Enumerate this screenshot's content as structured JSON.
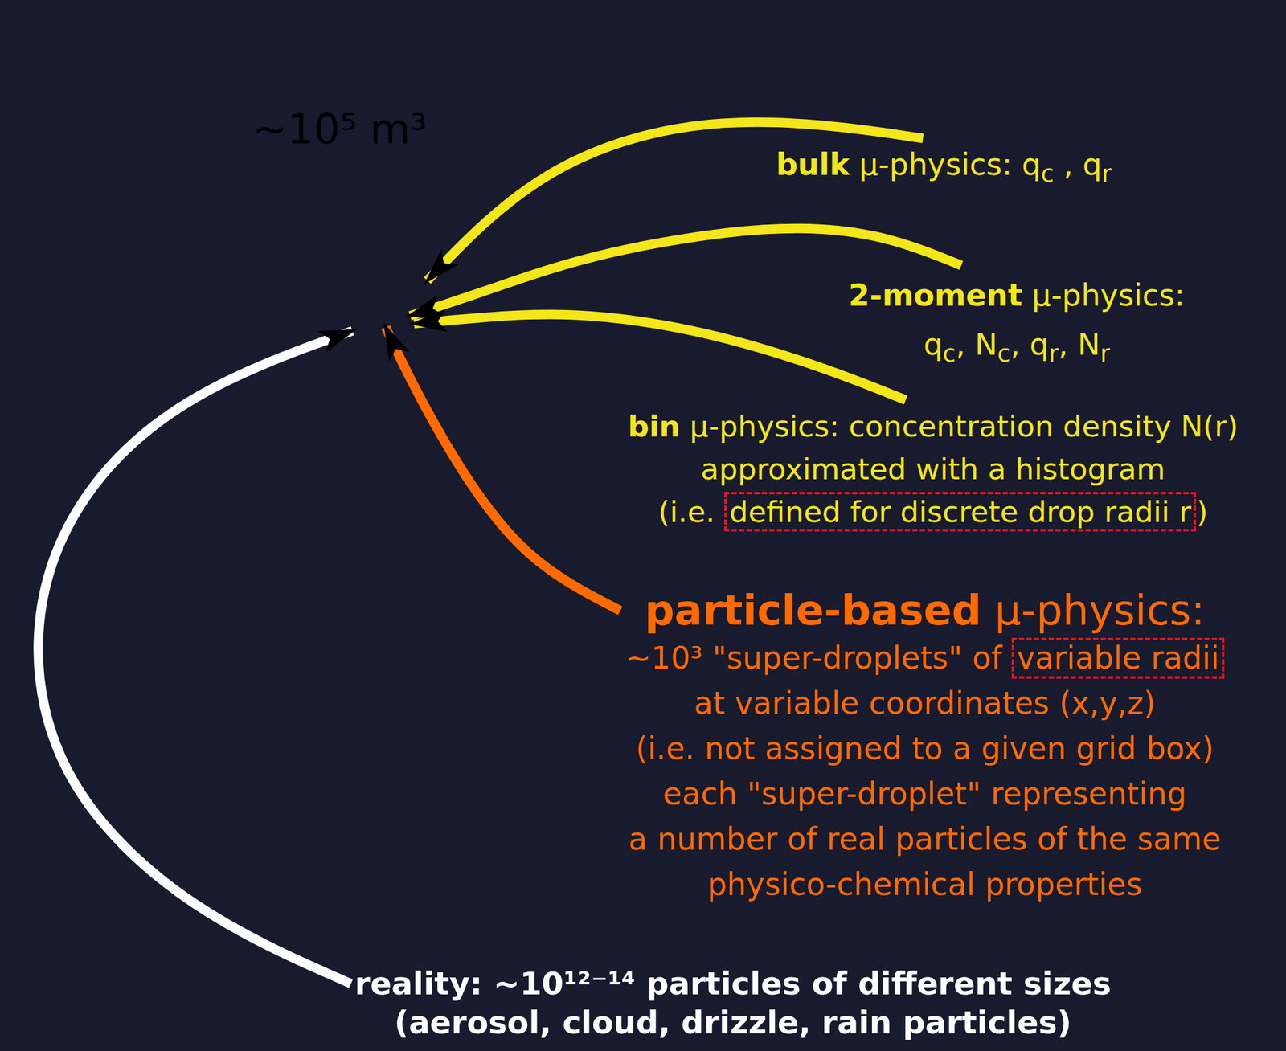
{
  "diagram": {
    "nodes": [
      {
        "text": [
          "~10⁵ m³"
        ]
      },
      {
        "text": [
          "bulk μ-physics: qc , qr"
        ]
      },
      {
        "text": [
          "2-moment μ-physics: qc, Nc, qr, Nr"
        ]
      },
      {
        "text": [
          "bin μ-physics: concentration density N(r) approximated with a histogram (i.e. defined for discrete drop radii r)"
        ]
      },
      {
        "text": [
          "particle-based μ-physics:",
          "~10³ \"super-droplets\" of variable radii at variable coordinates (x,y,z) (i.e. not assigned to a given grid box) each \"super-droplet\" representing a number of real particles of the same physico-chemical properties"
        ]
      },
      {
        "text": [
          "reality: ~10¹²⁻¹⁴ particles of different sizes (aerosol, cloud, drizzle, rain particles)"
        ]
      }
    ],
    "edges": [
      {
        "from": 1,
        "to": 0,
        "arrow": "to"
      },
      {
        "from": 2,
        "to": 0,
        "arrow": "to"
      },
      {
        "from": 3,
        "to": 0,
        "arrow": "to"
      },
      {
        "from": 4,
        "to": 0,
        "arrow": "to"
      },
      {
        "from": 5,
        "to": 0,
        "arrow": "to"
      }
    ]
  }
}
